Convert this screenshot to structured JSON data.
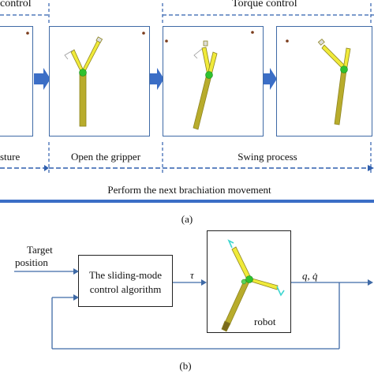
{
  "part_a": {
    "control_left": "control",
    "control_right": "Torque control",
    "panel_labels": [
      "sture",
      "Open the gripper",
      "Swing process"
    ],
    "bottom_label": "Perform the next brachiation movement",
    "caption": "(a)"
  },
  "part_b": {
    "input_label_line1": "Target",
    "input_label_line2": "position",
    "controller_line1": "The sliding-mode",
    "controller_line2": "control algorithm",
    "tau": "τ",
    "robot": "robot",
    "output": "q, q̇",
    "caption": "(b)"
  },
  "colors": {
    "frame_blue": "#3f6aa6",
    "arrow_blue": "#3b6ec6",
    "dash_blue": "#2f5fae",
    "link_yellow": "#f0ea3a",
    "link_olive": "#b4a82a",
    "joint_green": "#2fc12f",
    "tip_cyan": "#3fd6d0"
  }
}
